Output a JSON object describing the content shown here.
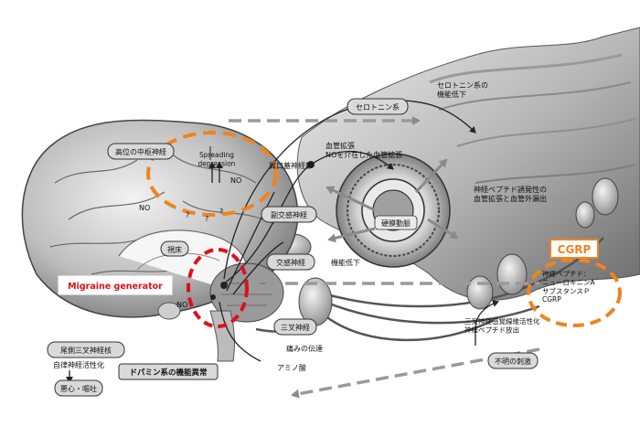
{
  "labels": {
    "serotonin_lower": "セロトニン系の\n機能低下",
    "serotonin_system": "セロトニン系",
    "higher_center": "高位の中枢神経",
    "spreading": "Spreading\ndepression",
    "no": "NO",
    "q": "?",
    "pterygopalatine": "翼口蓋神経節",
    "vasodilation": "血管拡張\nNOを介在した血管拡張",
    "parasympathetic": "副交感神経",
    "dura_artery": "硬膜動脈",
    "neuropeptide_leak": "神経ペプチド誘発性の\n血管拡張と血管外漏出",
    "thalamus": "視床",
    "sympathetic": "交感神経",
    "function_lower": "機能低下",
    "cgrp": "CGRP",
    "neuropeptides": "神経ペプチド：\nニューロキニンA\nサブスタンスＰ\nCGRP",
    "migraine_generator": "Migraine generator",
    "trigeminal_nerve": "三叉神経",
    "trigeminal_activation": "三叉神経感覚線維活性化\n神経ペプチド放出",
    "caudal_trigeminal": "尾側三叉神経核",
    "pain_transmission": "痛みの伝達",
    "autonomic": "自律神経活性化",
    "amino_acid": "アミノ酸",
    "dopamine": "ドパミン系の機能異常",
    "nausea": "悪心・嘔吐",
    "unknown_stimulus": "不明の刺激"
  },
  "colors": {
    "accent": "#f0831e",
    "highlight": "#e0101a",
    "box_fill": "#d9d9d9",
    "line": "#222222"
  }
}
